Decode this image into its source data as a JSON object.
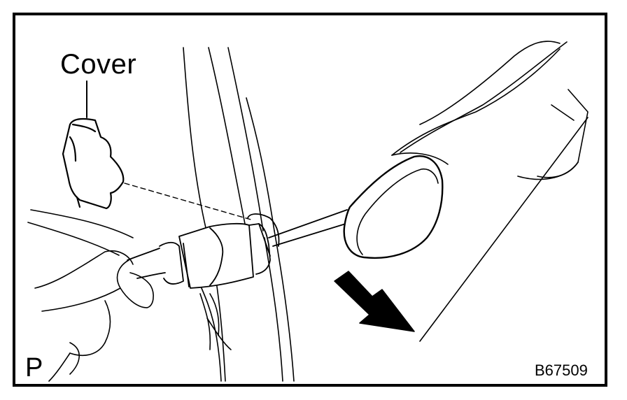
{
  "labels": {
    "cover": "Cover",
    "view_letter": "P",
    "figure_code": "B67509"
  },
  "icons": {
    "arrow": "removal-direction-arrow-icon"
  },
  "colors": {
    "ink": "#000000",
    "paper": "#ffffff",
    "lens": "#e6e6e6"
  }
}
